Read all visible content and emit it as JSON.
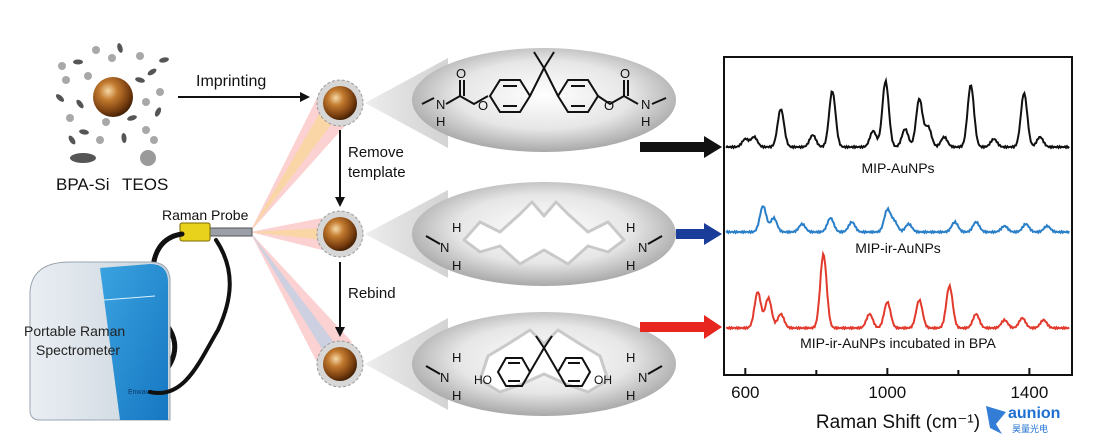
{
  "labels": {
    "imprinting": "Imprinting",
    "remove_template_1": "Remove",
    "remove_template_2": "template",
    "rebind": "Rebind",
    "raman_probe": "Raman Probe",
    "bpa_si": "BPA-Si",
    "teos": "TEOS",
    "spectrometer_1": "Portable Raman",
    "spectrometer_2": "Spectrometer",
    "spectrometer_brand": "Enwave"
  },
  "chem": {
    "nh": "N",
    "h": "H",
    "o": "O",
    "oh": "OH",
    "ho": "HO"
  },
  "spectra": {
    "xlabel": "Raman Shift (cm⁻¹)",
    "xticks": [
      "600",
      "1000",
      "1400"
    ],
    "xtick_values": [
      600,
      1000,
      1400
    ],
    "xlim": [
      540,
      1520
    ],
    "series": [
      {
        "name": "MIP-AuNPs",
        "color": "#111111"
      },
      {
        "name": "MIP-ir-AuNPs",
        "color": "#2a7fc9"
      },
      {
        "name": "MIP-ir-AuNPs incubated in BPA",
        "color": "#e23a2c"
      }
    ]
  },
  "watermark": {
    "brand": "aunion",
    "sub": "昊量光电",
    "color": "#1d6fd1"
  },
  "colors": {
    "gold": "#b5651d",
    "arrow_blue": "#1a3d9a",
    "arrow_red": "#e6261f",
    "beam": "#f7a6a6"
  }
}
